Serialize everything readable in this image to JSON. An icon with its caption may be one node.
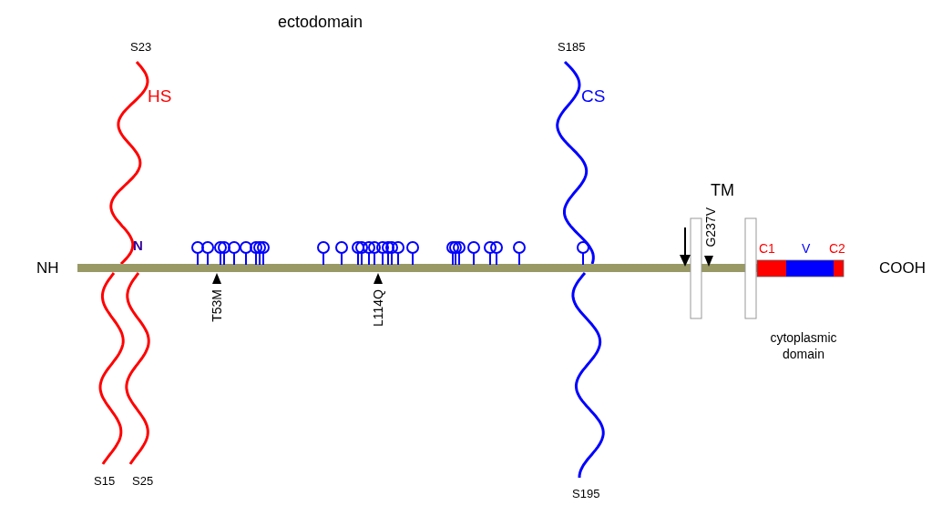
{
  "diagram": {
    "nodes": [
      {
        "text": [],
        "shape": "box"
      },
      {
        "text": [],
        "shape": "box"
      }
    ],
    "labels": [
      "ectodomain",
      "S23",
      "S185",
      "HS",
      "CS",
      "TM",
      "G237V",
      "N",
      "NH",
      "C1",
      "V",
      "C2",
      "COOH",
      "T53M",
      "L114Q",
      "cytoplasmic domain",
      "S15",
      "S25",
      "S195"
    ]
  }
}
